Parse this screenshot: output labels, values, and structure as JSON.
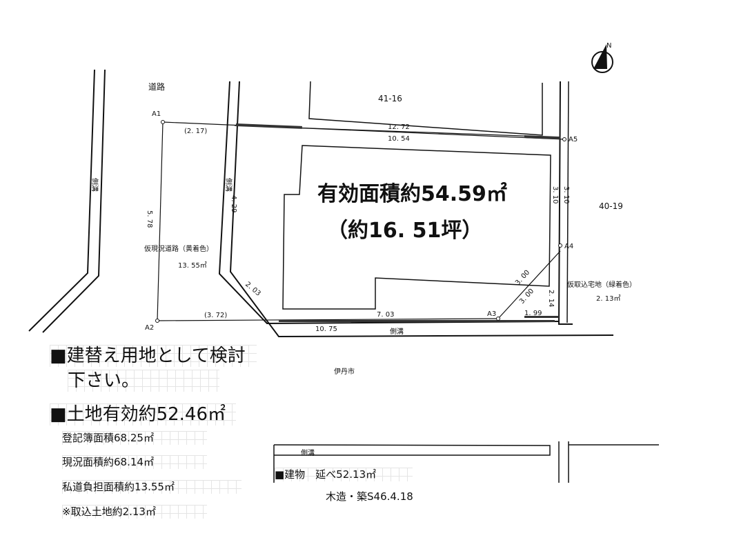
{
  "plan": {
    "labels": {
      "road": "道路",
      "lot_4116": "41-16",
      "lot_4019": "40-19",
      "city": "伊丹市",
      "gutter_left": "側溝",
      "gutter_center": "側溝",
      "gutter_bottom": "側溝",
      "gutter_bottom2": "側溝",
      "private_road": "仮現況道路（黄着色）",
      "private_road_area": "13. 55㎡",
      "taken_land": "仮取込宅地（緑着色）",
      "taken_land_area": "2. 13㎡"
    },
    "points": {
      "a1": "A1",
      "a2": "A2",
      "a3": "A3",
      "a4": "A4",
      "a5": "A5"
    },
    "dimensions": {
      "d_217": "(2. 17)",
      "d_1272": "12. 72",
      "d_1054": "10. 54",
      "d_578": "5. 78",
      "d_429": "4. 29",
      "d_372": "(3. 72)",
      "d_1075": "10. 75",
      "d_203": "2. 03",
      "d_703": "7. 03",
      "d_199": "1. 99",
      "d_300a": "3. 00",
      "d_300b": "3. 00",
      "d_214": "2. 14",
      "d_310a": "3. 10",
      "d_310b": "3. 10"
    },
    "effective_area": "有効面積約54.59㎡",
    "tsubo": "（約16. 51坪）",
    "compass": "N"
  },
  "info": {
    "line1": "■建替え用地として検討",
    "line2": "下さい。",
    "land_effective": "■土地有効約52.46㎡",
    "registered": "登記簿面積68.25㎡",
    "current": "現況面積約68.14㎡",
    "private_road": "私道負担面積約13.55㎡",
    "taken": "※取込土地約2.13㎡"
  },
  "building": {
    "line1": "■建物　延べ52.13㎡",
    "line2": "木造・築S46.4.18"
  }
}
